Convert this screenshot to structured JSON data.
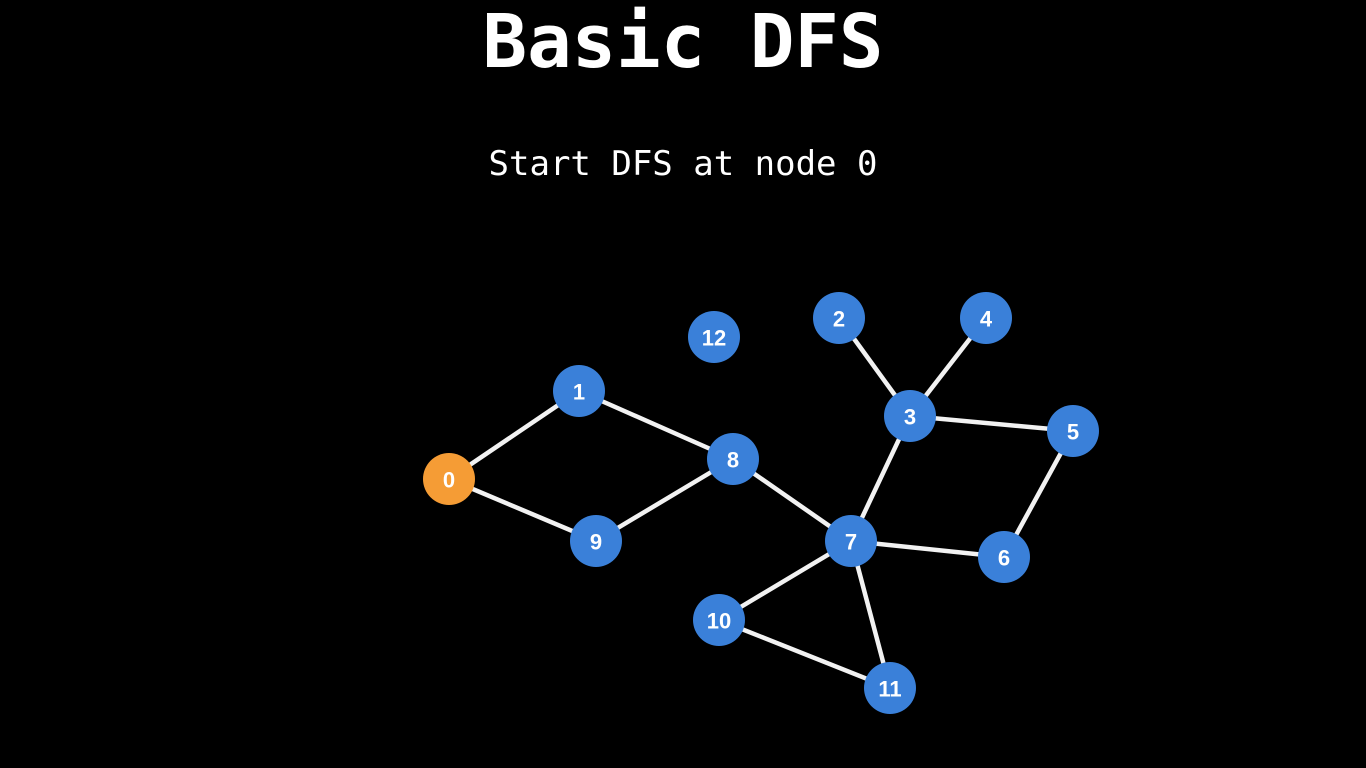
{
  "title": "Basic DFS",
  "subtitle": "Start DFS at node 0",
  "colors": {
    "background": "#000000",
    "node_default": "#3a80d9",
    "node_start": "#f59c35",
    "edge": "#f2f2f2",
    "text": "#ffffff"
  },
  "graph": {
    "nodes": [
      {
        "id": "0",
        "label": "0",
        "state": "start"
      },
      {
        "id": "1",
        "label": "1",
        "state": "default"
      },
      {
        "id": "2",
        "label": "2",
        "state": "default"
      },
      {
        "id": "3",
        "label": "3",
        "state": "default"
      },
      {
        "id": "4",
        "label": "4",
        "state": "default"
      },
      {
        "id": "5",
        "label": "5",
        "state": "default"
      },
      {
        "id": "6",
        "label": "6",
        "state": "default"
      },
      {
        "id": "7",
        "label": "7",
        "state": "default"
      },
      {
        "id": "8",
        "label": "8",
        "state": "default"
      },
      {
        "id": "9",
        "label": "9",
        "state": "default"
      },
      {
        "id": "10",
        "label": "10",
        "state": "default"
      },
      {
        "id": "11",
        "label": "11",
        "state": "default"
      },
      {
        "id": "12",
        "label": "12",
        "state": "default"
      }
    ],
    "edges": [
      [
        "0",
        "1"
      ],
      [
        "0",
        "9"
      ],
      [
        "1",
        "8"
      ],
      [
        "9",
        "8"
      ],
      [
        "8",
        "7"
      ],
      [
        "7",
        "3"
      ],
      [
        "7",
        "6"
      ],
      [
        "7",
        "10"
      ],
      [
        "7",
        "11"
      ],
      [
        "10",
        "11"
      ],
      [
        "3",
        "2"
      ],
      [
        "3",
        "4"
      ],
      [
        "3",
        "5"
      ],
      [
        "5",
        "6"
      ]
    ]
  }
}
